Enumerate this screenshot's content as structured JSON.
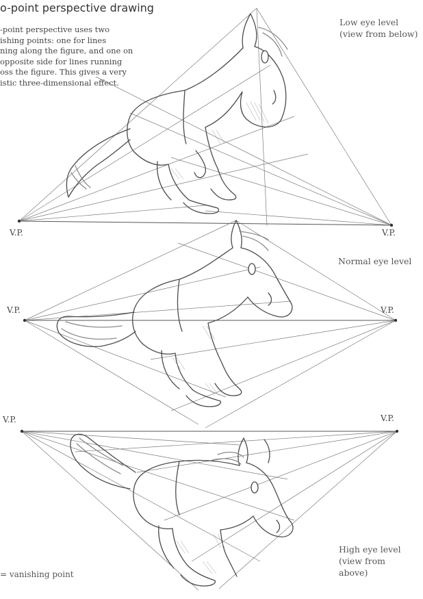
{
  "title": "o-point perspective drawing",
  "intro_lines": [
    "-point perspective uses two",
    "ishing points: one for lines",
    "ning along the figure, and one on",
    "opposite side for lines running",
    "oss the figure. This gives a very",
    "istic three-dimensional effect."
  ],
  "panels": {
    "low": {
      "caption_lines": [
        "Low eye level",
        "(view from below)"
      ],
      "vp_left": "V.P.",
      "vp_right": "V.P."
    },
    "normal": {
      "caption_lines": [
        "Normal eye level"
      ],
      "vp_left": "V.P.",
      "vp_right": "V.P."
    },
    "high": {
      "caption_lines": [
        "High eye level",
        "(view from",
        "above)"
      ],
      "vp_left": "V.P.",
      "vp_right": "V.P."
    }
  },
  "legend": "= vanishing point",
  "colors": {
    "pencil": "#4a4a4a",
    "guide": "#7a7a7a",
    "shade": "#9a9a9a"
  }
}
